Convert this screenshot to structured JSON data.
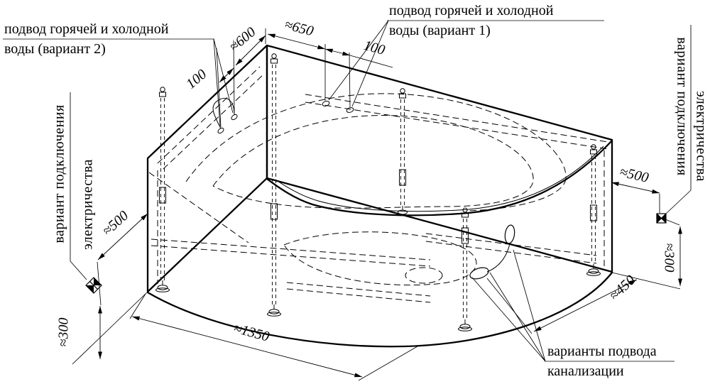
{
  "labels": {
    "water_variant_2": {
      "line1": "подвод горячей и холодной",
      "line2": "воды (вариант 2)"
    },
    "water_variant_1": {
      "line1": "подвод горячей и холодной",
      "line2": "воды (вариант 1)"
    },
    "electricity_left": {
      "line1": "вариант подключения",
      "line2": "электричества"
    },
    "electricity_right": {
      "line1": "вариант подключения",
      "line2": "электричества"
    },
    "sewage": {
      "line1": "варианты подвода",
      "line2": "канализации"
    }
  },
  "dimensions": {
    "left_wall_water_offset": "≈600",
    "left_wall_water_spacing": "100",
    "right_wall_water_offset": "≈650",
    "right_wall_water_spacing": "100",
    "left_electric_wall_offset": "≈500",
    "left_electric_height": "≈300",
    "right_electric_wall_offset": "≈500",
    "right_electric_height": "≈300",
    "bath_length": "≈1350",
    "drain_offset": "≈450"
  },
  "colors": {
    "ink": "#000000",
    "background": "#ffffff"
  }
}
